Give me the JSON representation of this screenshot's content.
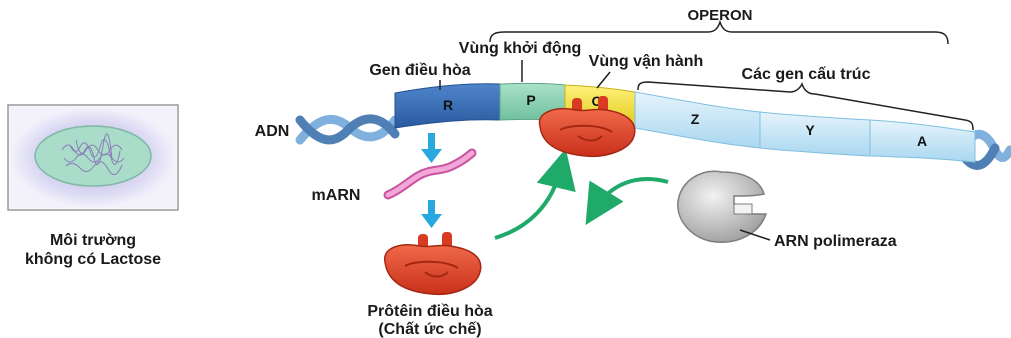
{
  "labels": {
    "operon": "OPERON",
    "promoter": "Vùng khởi động",
    "operator": "Vùng vận hành",
    "regulatory_gene": "Gen điều hòa",
    "structural_genes": "Các gen cấu trúc",
    "dna": "ADN",
    "mrna": "mARN",
    "rna_polymerase": "ARN polimeraza",
    "repressor_line1": "Prôtêin điều hòa",
    "repressor_line2": "(Chất ức chế)",
    "environment_line1": "Môi trường",
    "environment_line2": "không có Lactose"
  },
  "segments": {
    "R": "R",
    "P": "P",
    "O": "O",
    "Z": "Z",
    "Y": "Y",
    "A": "A"
  },
  "colors": {
    "regulatory_gene": "#3b6fb6",
    "promoter": "#8fd3b6",
    "operator": "#f2e436",
    "structural": "#cfe9f7",
    "dna_helix": "#5f8fc0",
    "repressor": "#e2452c",
    "arrow_blue": "#29a8e0",
    "arrow_green": "#1faa6a",
    "mrna": "#e48bc7",
    "polymerase": "#c9c9c9",
    "cell_fill": "#a9dcc9"
  }
}
